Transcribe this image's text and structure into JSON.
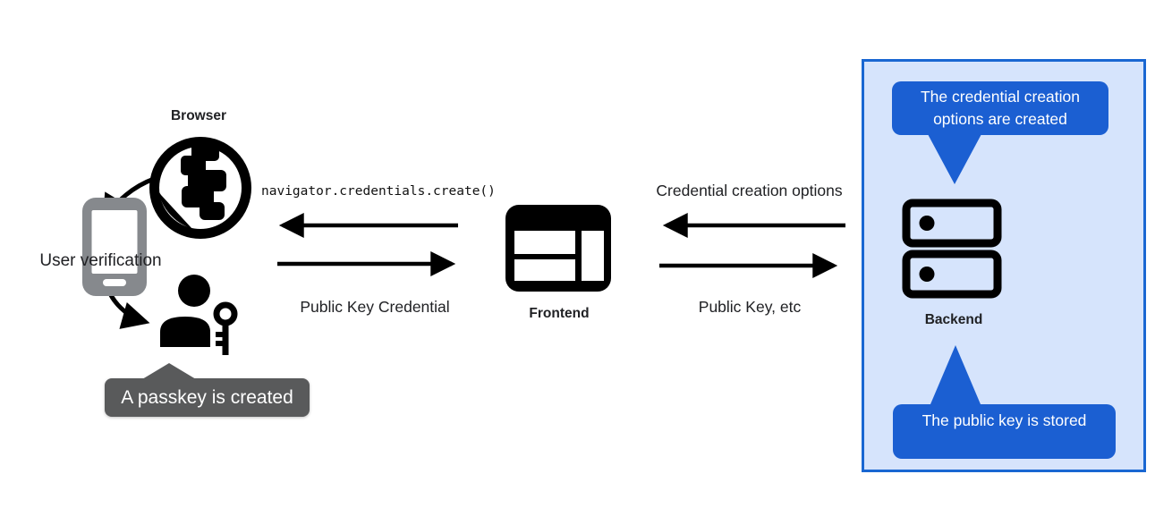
{
  "colors": {
    "callout_blue": "#1b5fd2",
    "panel_border_blue": "#1967d2",
    "panel_bg_blue": "#d6e4fc",
    "tooltip_gray": "#595a5b",
    "phone_gray": "#86898d",
    "icon_black": "#000000",
    "text_dark": "#202124"
  },
  "browser_section": {
    "label": "Browser",
    "user_verification": "User verification",
    "tooltip": "A passkey is created",
    "icons": {
      "globe": "globe-icon",
      "phone": "smartphone-icon",
      "user_key": "user-with-key-icon"
    }
  },
  "frontend_section": {
    "label": "Frontend",
    "icon": "browser-window-icon"
  },
  "backend_section": {
    "label": "Backend",
    "icon": "server-stack-icon",
    "callout_top": "The credential creation options are created",
    "callout_bottom": "The public key is stored"
  },
  "messages": {
    "create_call": "navigator.credentials.create()",
    "public_key_credential": "Public Key Credential",
    "credential_creation_options": "Credential creation options",
    "public_key_etc": "Public Key, etc"
  }
}
